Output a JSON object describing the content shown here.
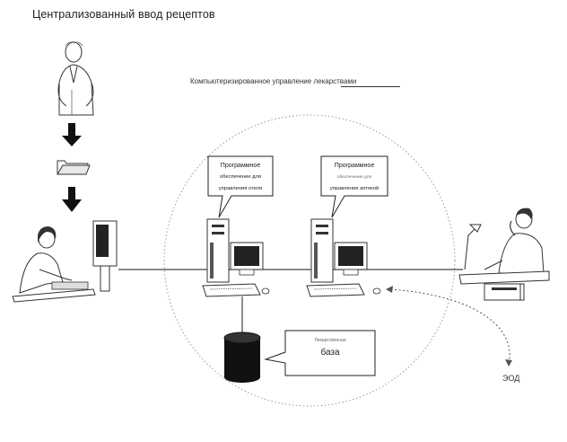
{
  "diagram": {
    "title": "Централизованный ввод рецептов",
    "subtitle": "Компьютеризированное управление лекарствами",
    "software_1": {
      "line1": "Программное",
      "line2": "обеспечение для",
      "line3": "управления отеля"
    },
    "software_2": {
      "line1": "Программное",
      "line2": "обеспечение для",
      "line3": "управления аптекой"
    },
    "database": {
      "line1": "Лекарственная",
      "line2": "база"
    },
    "eod_label": "ЭОД"
  }
}
